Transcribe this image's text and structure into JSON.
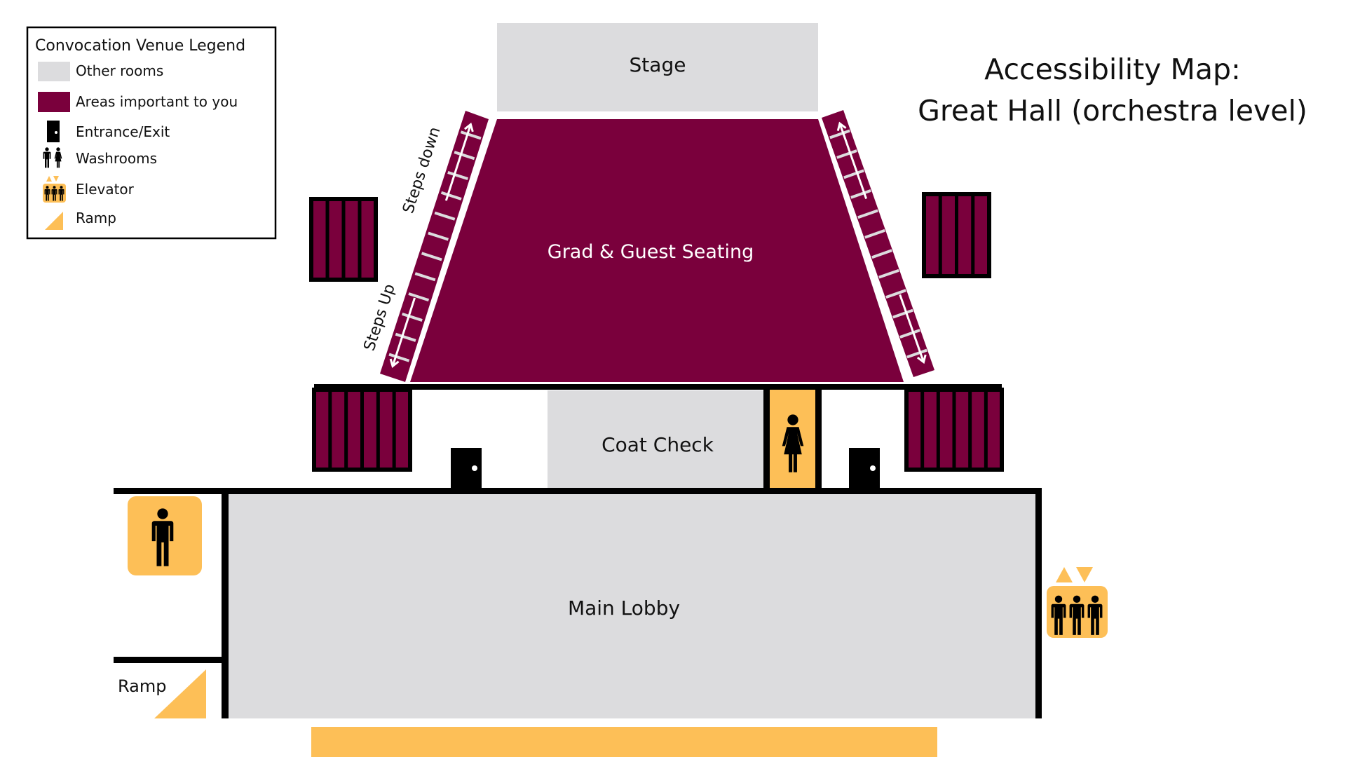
{
  "title": {
    "line1": "Accessibility Map:",
    "line2": "Great Hall (orchestra level)"
  },
  "legend": {
    "title": "Convocation Venue Legend",
    "items": [
      {
        "label": "Other rooms",
        "icon": "gray-swatch"
      },
      {
        "label": "Areas important to you",
        "icon": "maroon-swatch"
      },
      {
        "label": "Entrance/Exit",
        "icon": "door-icon"
      },
      {
        "label": "Washrooms",
        "icon": "washroom-icon"
      },
      {
        "label": "Elevator",
        "icon": "elevator-icon"
      },
      {
        "label": "Ramp",
        "icon": "ramp-icon"
      }
    ]
  },
  "rooms": {
    "stage": "Stage",
    "seating": "Grad & Guest Seating",
    "coat_check": "Coat Check",
    "main_lobby": "Main Lobby",
    "ramp": "Ramp"
  },
  "aisles": {
    "steps_down": "Steps down",
    "steps_up": "Steps Up"
  },
  "colors": {
    "gray": "#dcdcde",
    "maroon": "#7a003c",
    "gold": "#fdbf57",
    "wall": "#000000"
  }
}
